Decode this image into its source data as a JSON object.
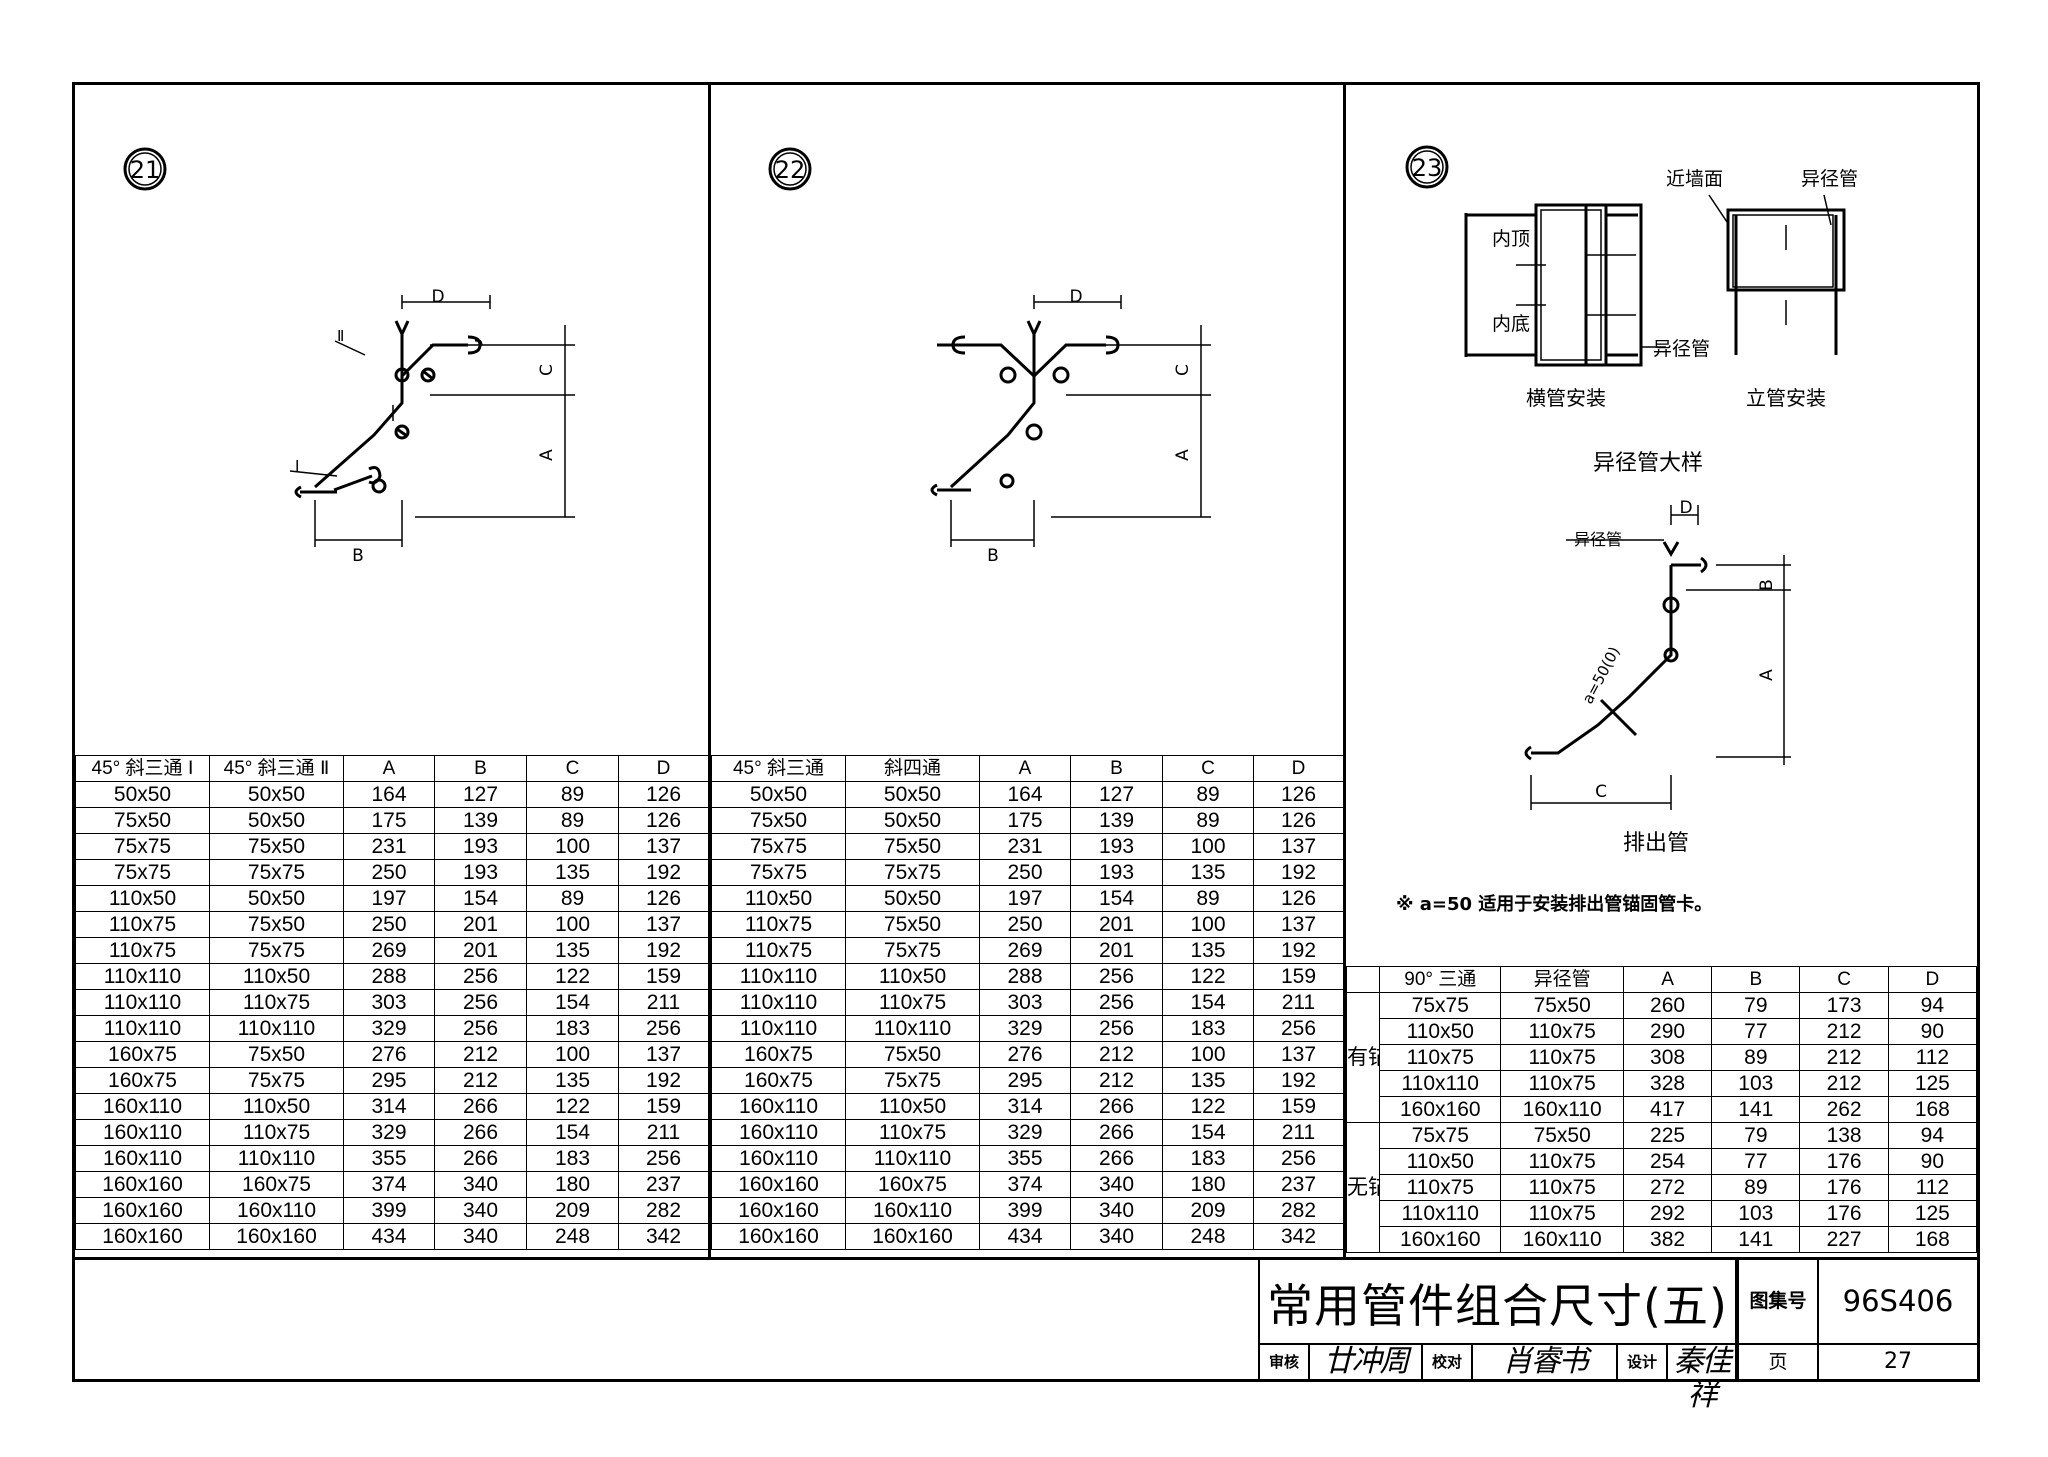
{
  "detail_21": {
    "number": "21",
    "labels": {
      "D": "D",
      "C": "C",
      "A": "A",
      "B": "B",
      "I": "I",
      "II": "Ⅱ"
    }
  },
  "detail_22": {
    "number": "22",
    "labels": {
      "D": "D",
      "C": "C",
      "A": "A",
      "B": "B"
    }
  },
  "detail_23": {
    "number": "23",
    "labels": {
      "inner_top": "内顶",
      "inner_bottom": "内底",
      "reducer_h": "异径管",
      "near_wall": "近墙面",
      "reducer_v": "异径管",
      "horizontal_install": "横管安装",
      "vertical_install": "立管安装",
      "detail_title": "异径管大样",
      "reducer_top": "异径管",
      "D": "D",
      "B": "B",
      "A": "A",
      "C": "C",
      "a_dim": "a=50(0)",
      "drain_pipe": "排出管"
    },
    "note": "※ a=50 适用于安装排出管锚固管卡。"
  },
  "table_21": {
    "headers": [
      "45° 斜三通 Ⅰ",
      "45° 斜三通 Ⅱ",
      "A",
      "B",
      "C",
      "D"
    ],
    "rows": [
      [
        "50x50",
        "50x50",
        "164",
        "127",
        "89",
        "126"
      ],
      [
        "75x50",
        "50x50",
        "175",
        "139",
        "89",
        "126"
      ],
      [
        "75x75",
        "75x50",
        "231",
        "193",
        "100",
        "137"
      ],
      [
        "75x75",
        "75x75",
        "250",
        "193",
        "135",
        "192"
      ],
      [
        "110x50",
        "50x50",
        "197",
        "154",
        "89",
        "126"
      ],
      [
        "110x75",
        "75x50",
        "250",
        "201",
        "100",
        "137"
      ],
      [
        "110x75",
        "75x75",
        "269",
        "201",
        "135",
        "192"
      ],
      [
        "110x110",
        "110x50",
        "288",
        "256",
        "122",
        "159"
      ],
      [
        "110x110",
        "110x75",
        "303",
        "256",
        "154",
        "211"
      ],
      [
        "110x110",
        "110x110",
        "329",
        "256",
        "183",
        "256"
      ],
      [
        "160x75",
        "75x50",
        "276",
        "212",
        "100",
        "137"
      ],
      [
        "160x75",
        "75x75",
        "295",
        "212",
        "135",
        "192"
      ],
      [
        "160x110",
        "110x50",
        "314",
        "266",
        "122",
        "159"
      ],
      [
        "160x110",
        "110x75",
        "329",
        "266",
        "154",
        "211"
      ],
      [
        "160x110",
        "110x110",
        "355",
        "266",
        "183",
        "256"
      ],
      [
        "160x160",
        "160x75",
        "374",
        "340",
        "180",
        "237"
      ],
      [
        "160x160",
        "160x110",
        "399",
        "340",
        "209",
        "282"
      ],
      [
        "160x160",
        "160x160",
        "434",
        "340",
        "248",
        "342"
      ]
    ]
  },
  "table_22": {
    "headers": [
      "45° 斜三通",
      "斜四通",
      "A",
      "B",
      "C",
      "D"
    ],
    "rows": [
      [
        "50x50",
        "50x50",
        "164",
        "127",
        "89",
        "126"
      ],
      [
        "75x50",
        "50x50",
        "175",
        "139",
        "89",
        "126"
      ],
      [
        "75x75",
        "75x50",
        "231",
        "193",
        "100",
        "137"
      ],
      [
        "75x75",
        "75x75",
        "250",
        "193",
        "135",
        "192"
      ],
      [
        "110x50",
        "50x50",
        "197",
        "154",
        "89",
        "126"
      ],
      [
        "110x75",
        "75x50",
        "250",
        "201",
        "100",
        "137"
      ],
      [
        "110x75",
        "75x75",
        "269",
        "201",
        "135",
        "192"
      ],
      [
        "110x110",
        "110x50",
        "288",
        "256",
        "122",
        "159"
      ],
      [
        "110x110",
        "110x75",
        "303",
        "256",
        "154",
        "211"
      ],
      [
        "110x110",
        "110x110",
        "329",
        "256",
        "183",
        "256"
      ],
      [
        "160x75",
        "75x50",
        "276",
        "212",
        "100",
        "137"
      ],
      [
        "160x75",
        "75x75",
        "295",
        "212",
        "135",
        "192"
      ],
      [
        "160x110",
        "110x50",
        "314",
        "266",
        "122",
        "159"
      ],
      [
        "160x110",
        "110x75",
        "329",
        "266",
        "154",
        "211"
      ],
      [
        "160x110",
        "110x110",
        "355",
        "266",
        "183",
        "256"
      ],
      [
        "160x160",
        "160x75",
        "374",
        "340",
        "180",
        "237"
      ],
      [
        "160x160",
        "160x110",
        "399",
        "340",
        "209",
        "282"
      ],
      [
        "160x160",
        "160x160",
        "434",
        "340",
        "248",
        "342"
      ]
    ]
  },
  "table_23": {
    "headers": [
      "90° 三通",
      "异径管",
      "A",
      "B",
      "C",
      "D"
    ],
    "group_with": "有锚固管卡",
    "group_without": "无锚固管卡",
    "rows_with": [
      [
        "75x75",
        "75x50",
        "260",
        "79",
        "173",
        "94"
      ],
      [
        "110x50",
        "110x75",
        "290",
        "77",
        "212",
        "90"
      ],
      [
        "110x75",
        "110x75",
        "308",
        "89",
        "212",
        "112"
      ],
      [
        "110x110",
        "110x75",
        "328",
        "103",
        "212",
        "125"
      ],
      [
        "160x160",
        "160x110",
        "417",
        "141",
        "262",
        "168"
      ]
    ],
    "rows_without": [
      [
        "75x75",
        "75x50",
        "225",
        "79",
        "138",
        "94"
      ],
      [
        "110x50",
        "110x75",
        "254",
        "77",
        "176",
        "90"
      ],
      [
        "110x75",
        "110x75",
        "272",
        "89",
        "176",
        "112"
      ],
      [
        "110x110",
        "110x75",
        "292",
        "103",
        "176",
        "125"
      ],
      [
        "160x160",
        "160x110",
        "382",
        "141",
        "227",
        "168"
      ]
    ]
  },
  "title_block": {
    "title": "常用管件组合尺寸(五)",
    "atlas_label": "图集号",
    "atlas_no": "96S406",
    "review_label": "审核",
    "review_sign": "廿冲周",
    "check_label": "校对",
    "check_sign": "肖睿书",
    "design_label": "设计",
    "design_sign": "秦佳祥",
    "page_label": "页",
    "page_no": "27"
  }
}
